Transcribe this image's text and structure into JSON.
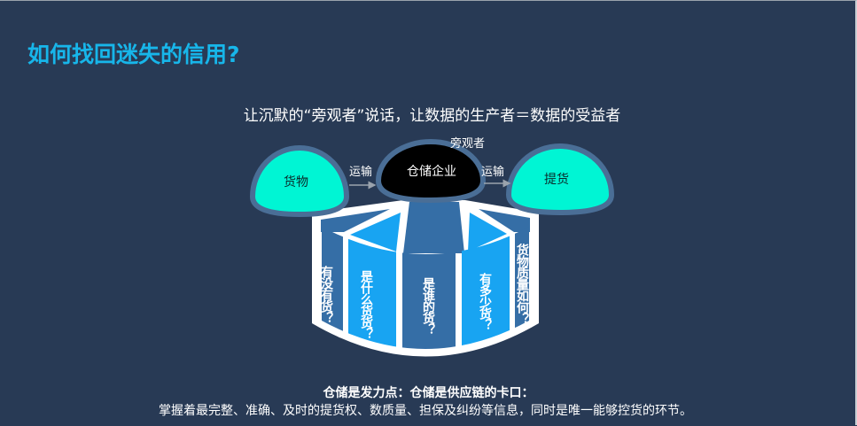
{
  "title": "如何找回迷失的信用?",
  "subtitle": "让沉默的“旁观者”说话，让数据的生产者＝数据的受益者",
  "diagram": {
    "bystander_label": "旁观者",
    "left_node": "货物",
    "center_node": "仓储企业",
    "right_node": "提货",
    "arrow_left_label": "运输",
    "arrow_right_label": "运输",
    "columns": [
      "有没有货？",
      "是什么货货？",
      "是谁的货？",
      "有多少货？",
      "货物质量如何？"
    ],
    "colors": {
      "teal": "#00f5d4",
      "dark_panel": "#356ea6",
      "bright_panel": "#18a4f2",
      "dome_border": "#4a6e96",
      "title": "#17b6ea"
    }
  },
  "footer": {
    "line1": "仓储是发力点：仓储是供应链的卡口：",
    "line2": "掌握着最完整、准确、及时的提货权、数质量、担保及纠纷等信息，同时是唯一能够控货的环节。"
  }
}
